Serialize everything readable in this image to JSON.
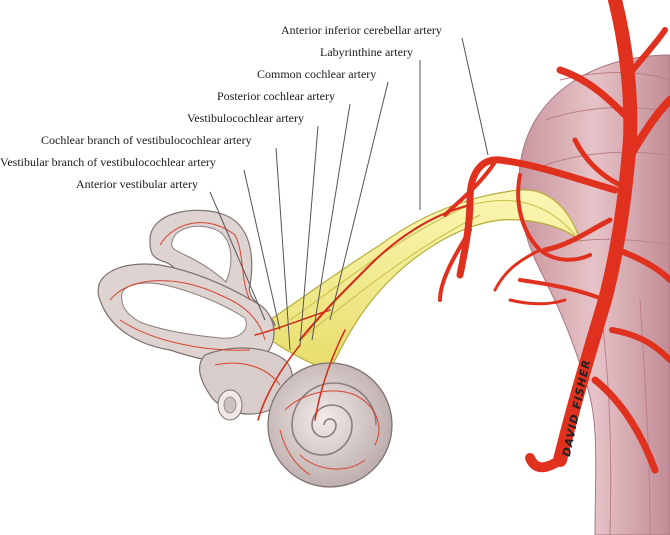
{
  "labels": [
    {
      "id": "aica",
      "text": "Anterior inferior cerebellar artery"
    },
    {
      "id": "labyrinthine",
      "text": "Labyrinthine artery"
    },
    {
      "id": "common_cochlear",
      "text": "Common cochlear artery"
    },
    {
      "id": "posterior_cochlear",
      "text": "Posterior cochlear artery"
    },
    {
      "id": "vestibulocochlear",
      "text": "Vestibulocochlear artery"
    },
    {
      "id": "cochlear_branch",
      "text": "Cochlear branch of vestibulocochlear artery"
    },
    {
      "id": "vestibular_branch",
      "text": "Vestibular branch of vestibulocochlear artery"
    },
    {
      "id": "anterior_vestibular",
      "text": "Anterior vestibular artery"
    }
  ],
  "signature": "DAVID FISHER",
  "colors": {
    "artery": "#e0301e",
    "artery_dark": "#a8180c",
    "nerve": "#f3ec86",
    "nerve_edge": "#b7ad3a",
    "labyrinth": "#d9cfcd",
    "labyrinth_edge": "#7e7270",
    "brainstem": "#dcb1b8",
    "leader": "#555555"
  }
}
